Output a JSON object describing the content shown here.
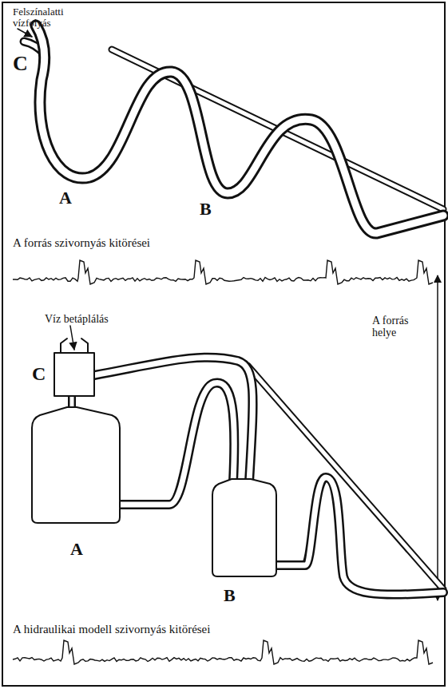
{
  "diagram": {
    "labels": [
      "Felszínalatti vízfolyás",
      "C",
      "A",
      "B",
      "A forrás szivornyás kitörései",
      "Víz betáplálás",
      "C",
      "A",
      "B",
      "A forrás helye",
      "A hidraulikai modell szivornyás kitörései"
    ]
  }
}
